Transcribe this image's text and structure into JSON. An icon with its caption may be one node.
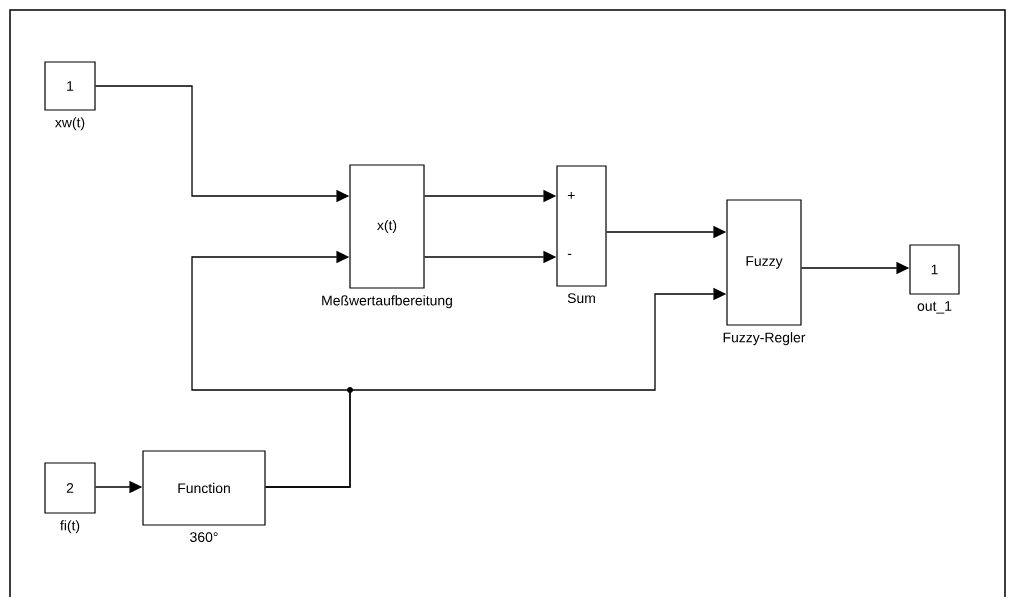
{
  "diagram": {
    "nodes": [
      {
        "text": [
          "1"
        ],
        "beside": [
          "xw(t)"
        ]
      },
      {
        "text": [
          "x(t)"
        ],
        "beside": [
          "Meßwertaufbereitung"
        ]
      },
      {
        "text": [
          "+",
          "-"
        ],
        "beside": [
          "Sum"
        ]
      },
      {
        "text": [
          "Fuzzy"
        ],
        "beside": [
          "Fuzzy-Regler"
        ]
      },
      {
        "text": [
          "1"
        ],
        "beside": [
          "out_1"
        ]
      },
      {
        "text": [
          "2"
        ],
        "beside": [
          "fi(t)"
        ]
      },
      {
        "text": [
          "Function"
        ],
        "beside": [
          "360°"
        ]
      }
    ],
    "edges": [
      {
        "from": 0,
        "to": 1,
        "arrow": "to"
      },
      {
        "from": 1,
        "to": 2,
        "arrow": "to"
      },
      {
        "from": 1,
        "to": 2,
        "arrow": "to"
      },
      {
        "from": 2,
        "to": 3,
        "arrow": "to"
      },
      {
        "from": 3,
        "to": 4,
        "arrow": "to"
      },
      {
        "from": 5,
        "to": 6,
        "arrow": "to"
      },
      {
        "from": 6,
        "to": 1,
        "arrow": "to"
      },
      {
        "from": 6,
        "to": 3,
        "arrow": "to"
      }
    ]
  }
}
